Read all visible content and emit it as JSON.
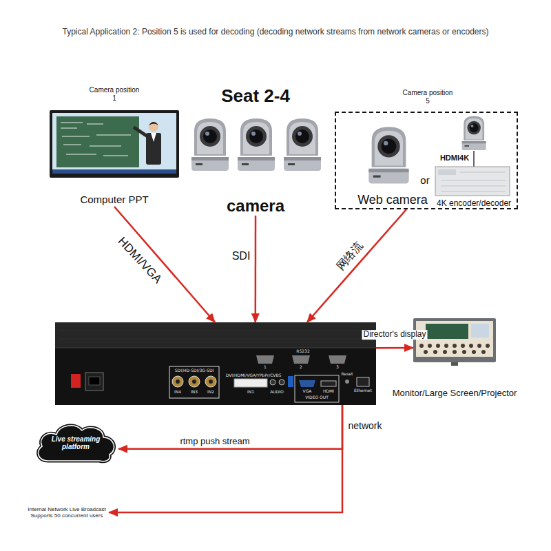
{
  "diagram": {
    "title": "Typical Application 2: Position 5 is used for decoding (decoding network streams from network cameras or encoders)",
    "nodes": [
      {
        "text": [
          "Camera position 1",
          "Computer PPT"
        ]
      },
      {
        "text": [
          "Seat 2-4",
          "camera"
        ]
      },
      {
        "text": [
          "Camera position 5"
        ]
      },
      {
        "text": [
          "Web camera"
        ],
        "in": 2
      },
      {
        "text": [
          "4K encoder/decoder"
        ],
        "in": 2
      },
      {
        "text": [
          "RS232",
          "1",
          "2",
          "3",
          "SDI/HD-SDI/3G-SDI",
          "IN4",
          "IN3",
          "IN2",
          "DVI/HDMI/VGA/YPbPr/CVBS",
          "IN1",
          "AUDIO",
          "VGA",
          "HDMI",
          "VIDEO OUT",
          "Reset",
          "Ethernet"
        ]
      },
      {
        "text": [
          "Monitor/Large Screen/Projector"
        ]
      },
      {
        "text": [
          "Live streaming platform"
        ]
      },
      {
        "text": [
          "Internal Network Live Broadcast Supports 50 concurrent users"
        ]
      }
    ],
    "edges": [
      {
        "from": 0,
        "to": 5,
        "label": "HDMI/VGA",
        "arrow": "to"
      },
      {
        "from": 1,
        "to": 5,
        "label": "SDI",
        "arrow": "to"
      },
      {
        "from": 2,
        "to": 5,
        "label": "网络流",
        "arrow": "to"
      },
      {
        "from": 5,
        "to": 6,
        "label": "Director's display",
        "arrow": "to"
      },
      {
        "from": 5,
        "to": 7,
        "label": "rtmp push stream",
        "arrow": "to"
      },
      {
        "from": 5,
        "to": 8,
        "arrow": "to"
      }
    ],
    "labels": [
      "HDMI4K",
      "or",
      "network"
    ]
  }
}
